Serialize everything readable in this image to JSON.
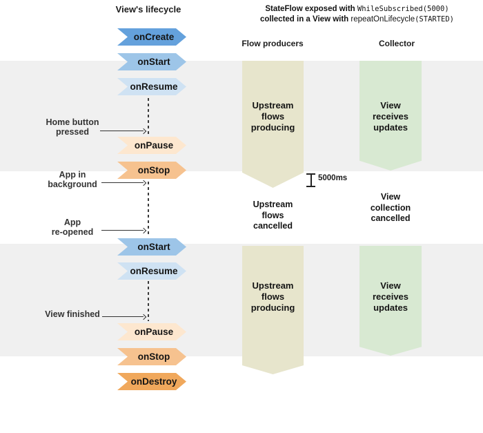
{
  "colors": {
    "page_bg": "#ffffff",
    "section_band_gray": "#f0f0f0",
    "producer_band_beige": "#e7e5cc",
    "collector_band_green": "#d8e9d2"
  },
  "lifecycle": {
    "title": "View's lifecycle",
    "badges": [
      {
        "label": "onCreate",
        "color": "#64a1dc"
      },
      {
        "label": "onStart",
        "color": "#9dc5e8"
      },
      {
        "label": "onResume",
        "color": "#cfe2f3"
      },
      {
        "label": "onPause",
        "color": "#fde7cf"
      },
      {
        "label": "onStop",
        "color": "#f6c28f"
      },
      {
        "label": "onStart",
        "color": "#9dc5e8"
      },
      {
        "label": "onResume",
        "color": "#cfe2f3"
      },
      {
        "label": "onPause",
        "color": "#fde7cf"
      },
      {
        "label": "onStop",
        "color": "#f6c28f"
      },
      {
        "label": "onDestroy",
        "color": "#f0a85c"
      }
    ],
    "annotations": [
      {
        "line1": "Home button",
        "line2": "pressed"
      },
      {
        "line1": "App in",
        "line2": "background"
      },
      {
        "line1": "App",
        "line2": "re-opened"
      },
      {
        "line1": "View finished"
      }
    ]
  },
  "stateflow": {
    "heading": {
      "bold1": "StateFlow exposed with ",
      "code1": "WhileSubscribed(5000)",
      "bold2": "collected in a View with ",
      "plain2": "repeatOnLifecycle",
      "code2": "(STARTED)"
    },
    "producers_header": "Flow producers",
    "collector_header": "Collector",
    "producing_label_1": "Upstream\nflows\nproducing",
    "receives_label_1": "View\nreceives\nupdates",
    "producers_cancelled_label": "Upstream\nflows\ncancelled",
    "collection_cancelled_label": "View\ncollection\ncancelled",
    "producing_label_2": "Upstream\nflows\nproducing",
    "receives_label_2": "View\nreceives\nupdates",
    "timeout_label": "5000ms"
  }
}
